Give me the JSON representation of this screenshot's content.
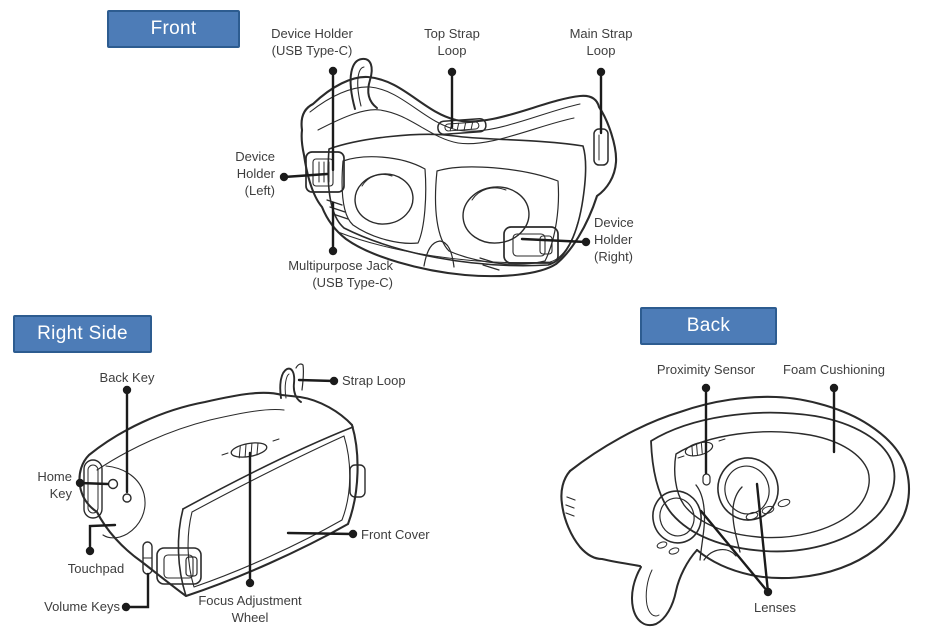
{
  "title": "Gear VR device layout diagram",
  "colors": {
    "badge_fill": "#4d7cb7",
    "badge_border": "#2d5c90",
    "badge_text": "#ffffff",
    "label_text": "#3e3e3e",
    "line_art": "#2b2b2b",
    "leader_line": "#1b1b1b",
    "background": "#ffffff"
  },
  "sections": {
    "front": {
      "badge": "Front",
      "labels": {
        "device_holder_usb": "Device Holder\n(USB Type-C)",
        "top_strap_loop": "Top Strap\nLoop",
        "main_strap_loop": "Main Strap\nLoop",
        "device_holder_left": "Device\nHolder\n(Left)",
        "multipurpose_jack": "Multipurpose Jack\n(USB Type-C)",
        "device_holder_right": "Device\nHolder\n(Right)"
      }
    },
    "right_side": {
      "badge": "Right Side",
      "labels": {
        "back_key": "Back Key",
        "strap_loop": "Strap Loop",
        "home_key": "Home\nKey",
        "touchpad": "Touchpad",
        "volume_keys": "Volume Keys",
        "focus_adjustment_wheel": "Focus Adjustment\nWheel",
        "front_cover": "Front Cover"
      }
    },
    "back": {
      "badge": "Back",
      "labels": {
        "proximity_sensor": "Proximity Sensor",
        "foam_cushioning": "Foam Cushioning",
        "lenses": "Lenses"
      }
    }
  }
}
